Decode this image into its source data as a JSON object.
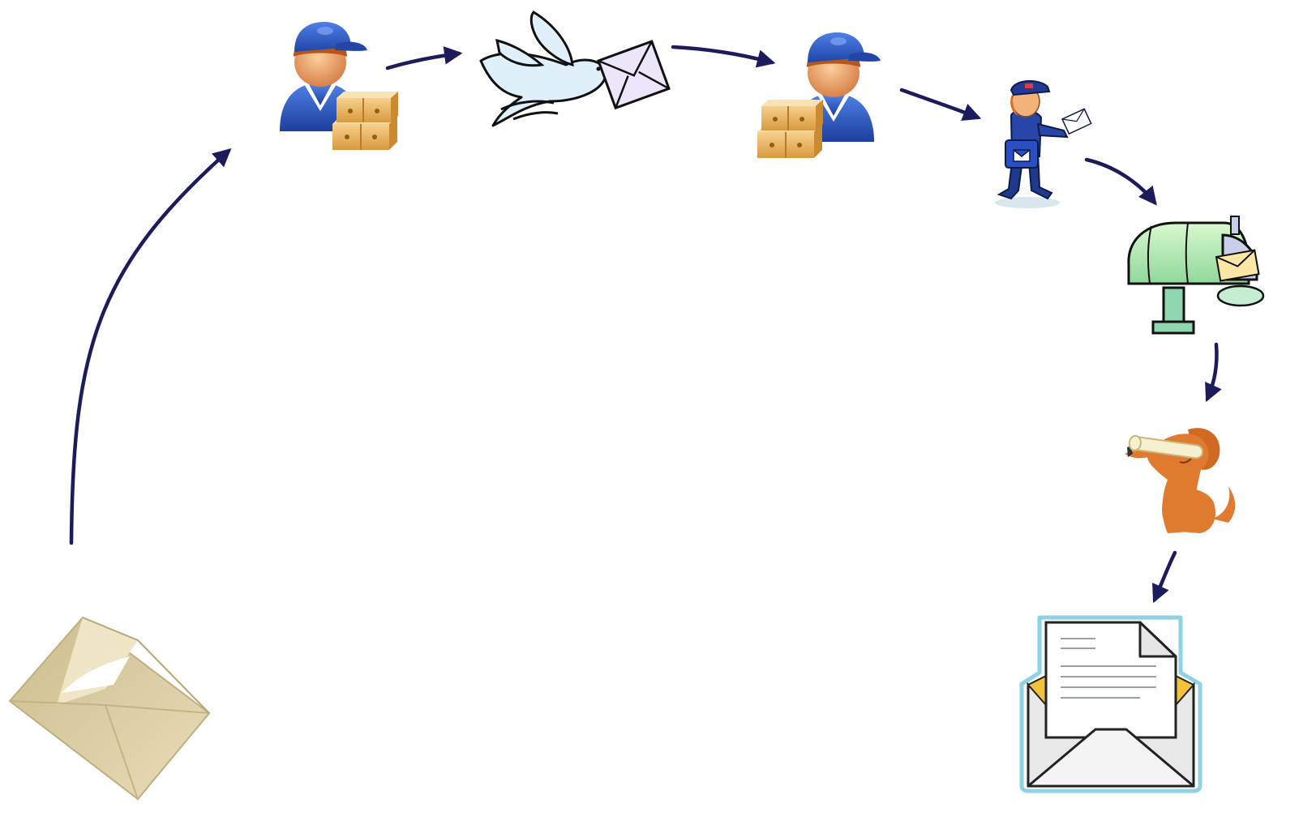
{
  "diagram": {
    "type": "flow",
    "colors": {
      "arrow": "#1c1c5c",
      "worker_uniform": "#2f5fc8",
      "worker_cap": "#2b55c0",
      "skin": "#e9a06a",
      "hair": "#b5561c",
      "box": "#e8b25a",
      "bird": "#dff0fb",
      "envelope_purple": "#ece6fb",
      "mailbox": "#bfeeb5",
      "mailbox_stand": "#8fd7b0",
      "dog": "#e07a2e",
      "old_envelope": "#ddd0a6",
      "final_envelope_frame": "#8fd2e4"
    },
    "nodes": [
      {
        "id": "sent-envelope",
        "icon": "old-envelope-icon"
      },
      {
        "id": "courier-sender",
        "icon": "delivery-worker-icon"
      },
      {
        "id": "pigeon",
        "icon": "carrier-pigeon-icon"
      },
      {
        "id": "courier-receiver",
        "icon": "delivery-worker-icon"
      },
      {
        "id": "postman",
        "icon": "postman-icon"
      },
      {
        "id": "mailbox",
        "icon": "mailbox-icon"
      },
      {
        "id": "dog",
        "icon": "dog-icon"
      },
      {
        "id": "received-letter",
        "icon": "open-envelope-letter-icon"
      }
    ],
    "edges": [
      {
        "from": "sent-envelope",
        "to": "courier-sender"
      },
      {
        "from": "courier-sender",
        "to": "pigeon"
      },
      {
        "from": "pigeon",
        "to": "courier-receiver"
      },
      {
        "from": "courier-receiver",
        "to": "postman"
      },
      {
        "from": "postman",
        "to": "mailbox"
      },
      {
        "from": "mailbox",
        "to": "dog"
      },
      {
        "from": "dog",
        "to": "received-letter"
      }
    ]
  }
}
